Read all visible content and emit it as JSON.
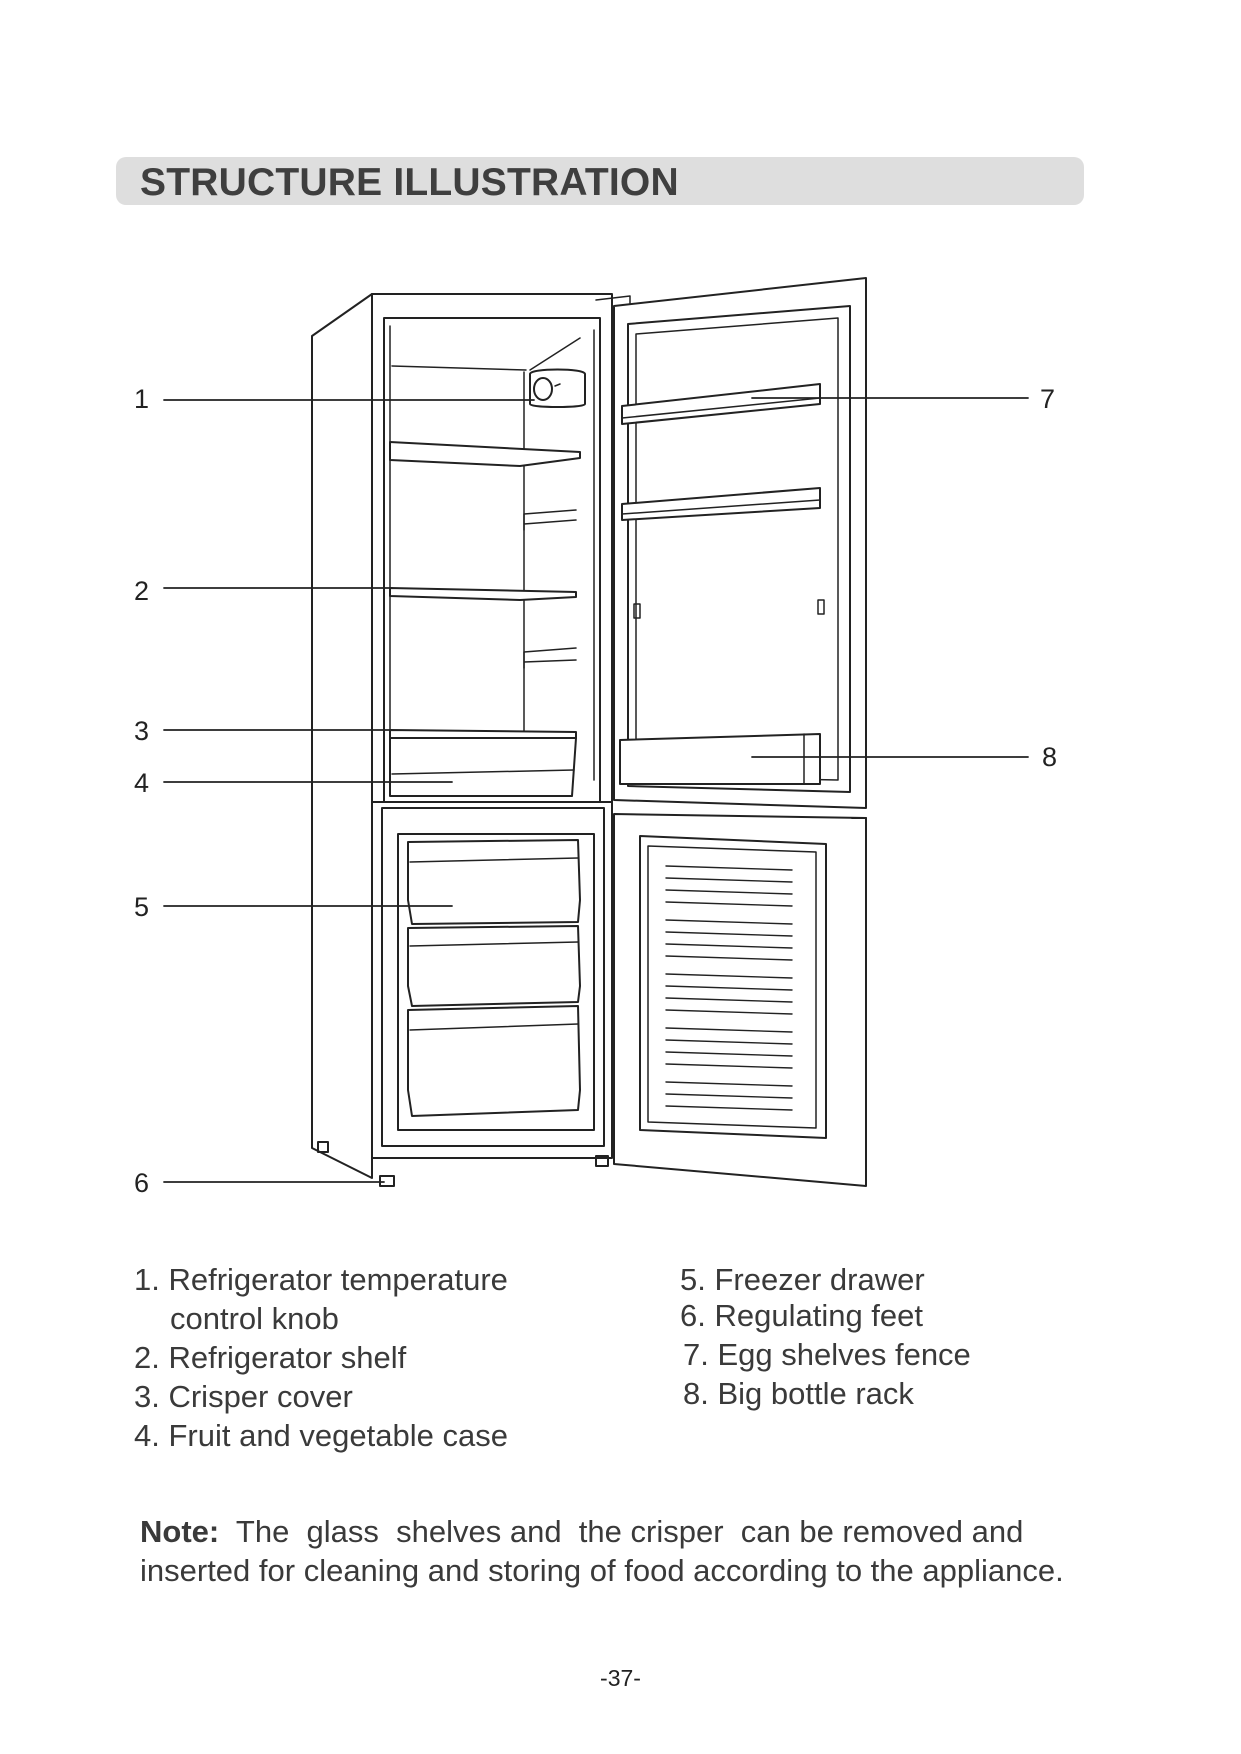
{
  "header": {
    "title": "STRUCTURE ILLUSTRATION"
  },
  "callouts": [
    "1",
    "2",
    "3",
    "4",
    "5",
    "6",
    "7",
    "8"
  ],
  "parts_left": [
    "1. Refrigerator temperature",
    "control knob",
    "2. Refrigerator shelf",
    "3. Crisper cover",
    "4. Fruit and vegetable case"
  ],
  "parts_right": [
    "5. Freezer drawer",
    "6. Regulating feet",
    "7. Egg shelves fence",
    "8. Big bottle rack"
  ],
  "note": {
    "label": "Note:",
    "text": "The  glass  shelves and  the crisper  can be removed and inserted for cleaning and storing of food according to the appliance."
  },
  "page_number": "-37-"
}
